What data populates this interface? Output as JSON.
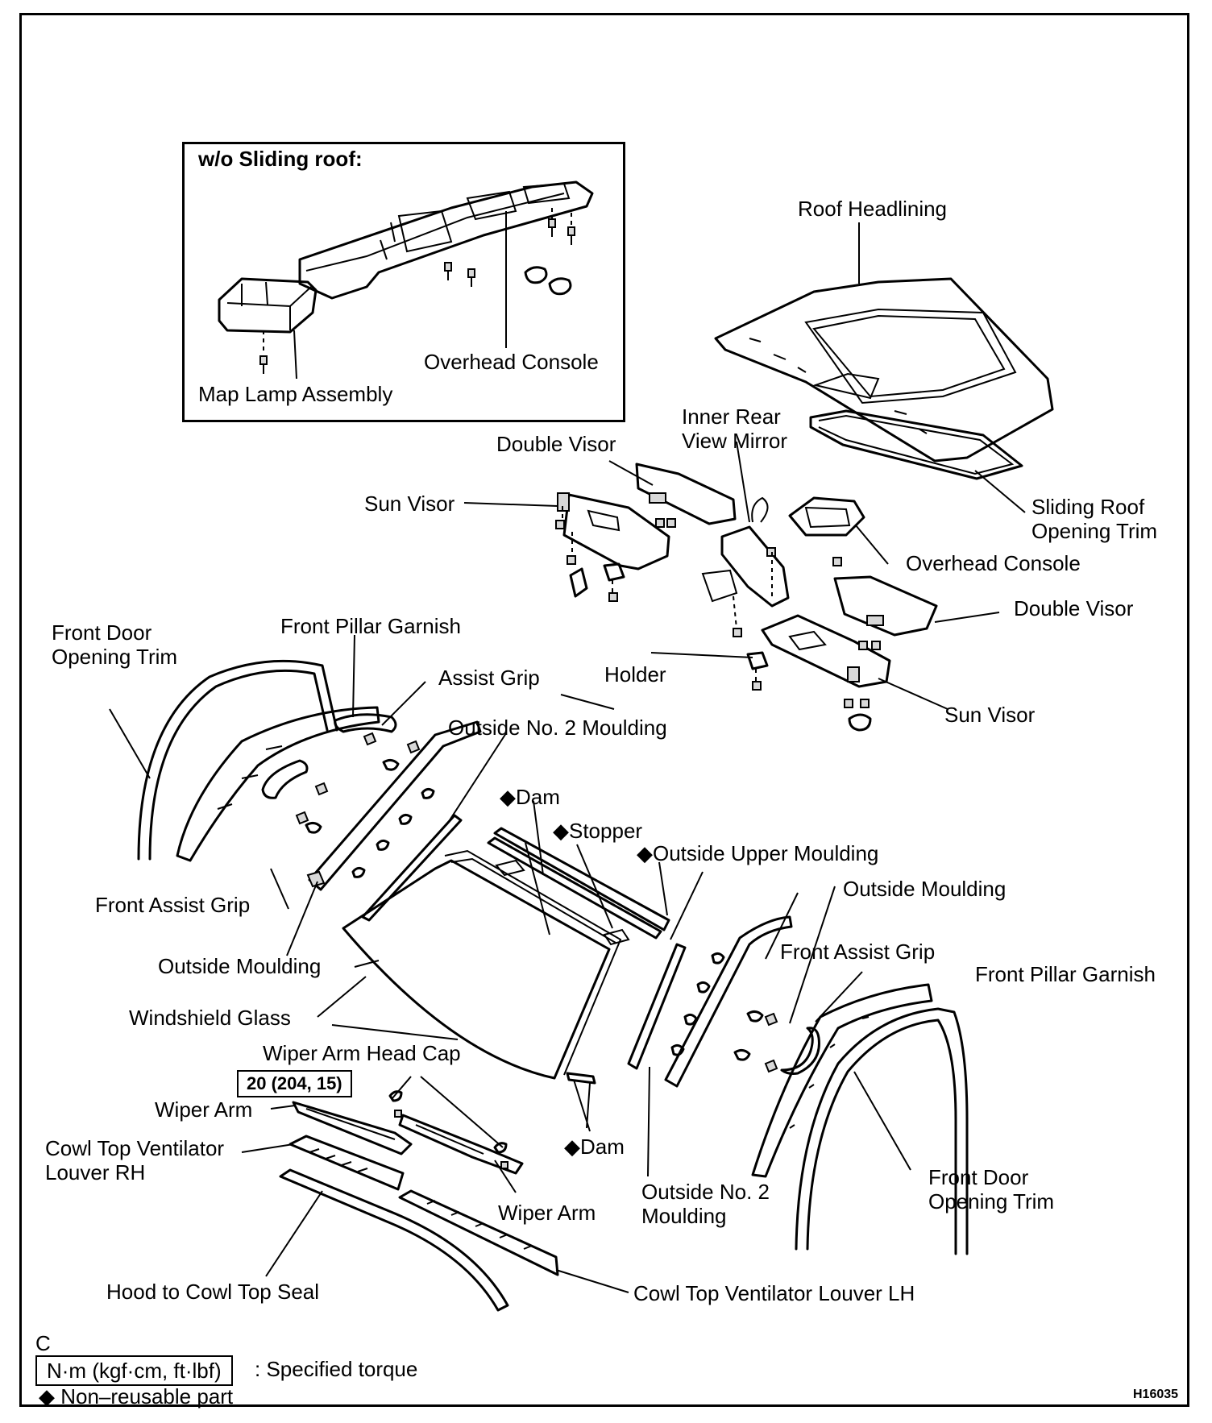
{
  "inset": {
    "title": "w/o Sliding roof:",
    "overhead_console": "Overhead Console",
    "map_lamp": "Map Lamp Assembly"
  },
  "labels": {
    "roof_headlining": "Roof Headlining",
    "inner_rear_view_mirror": "Inner Rear\nView Mirror",
    "double_visor_top": "Double Visor",
    "sun_visor_left": "Sun Visor",
    "sliding_roof_trim": "Sliding Roof\nOpening Trim",
    "overhead_console": "Overhead Console",
    "double_visor_right": "Double Visor",
    "front_door_trim_left": "Front Door\nOpening Trim",
    "front_pillar_garnish_left": "Front Pillar Garnish",
    "assist_grip": "Assist Grip",
    "holder": "Holder",
    "outside_no2_moulding_top": "Outside No. 2 Moulding",
    "sun_visor_right": "Sun Visor",
    "dam_top": "◆Dam",
    "stopper": "◆Stopper",
    "outside_upper_moulding": "◆Outside Upper Moulding",
    "front_assist_grip_left": "Front Assist Grip",
    "outside_moulding_right": "Outside Moulding",
    "outside_moulding_left": "Outside Moulding",
    "front_assist_grip_right": "Front Assist Grip",
    "front_pillar_garnish_right": "Front Pillar Garnish",
    "windshield_glass": "Windshield Glass",
    "wiper_arm_head_cap": "Wiper Arm Head Cap",
    "torque_value": "20 (204, 15)",
    "wiper_arm_left": "Wiper Arm",
    "cowl_rh": "Cowl Top Ventilator\nLouver RH",
    "dam_bottom": "◆Dam",
    "wiper_arm_right": "Wiper Arm",
    "outside_no2_moulding_bottom": "Outside No. 2\nMoulding",
    "front_door_trim_right": "Front Door\nOpening Trim",
    "hood_seal": "Hood to Cowl Top Seal",
    "cowl_lh": "Cowl Top Ventilator Louver LH"
  },
  "legend": {
    "letter": "C",
    "unit_box": "N·m (kgf·cm, ft·lbf)",
    "unit_text": ": Specified torque",
    "non_reusable": "◆ Non–reusable part"
  },
  "figure_id": "H16035"
}
